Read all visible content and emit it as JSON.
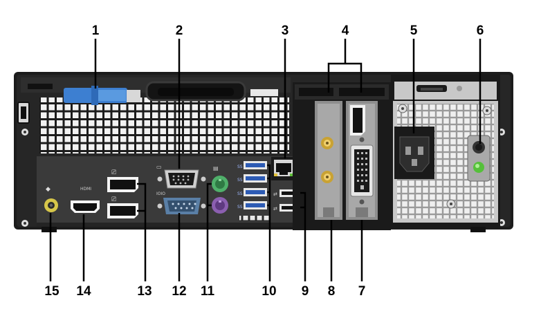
{
  "callouts": {
    "top": [
      "1",
      "2",
      "3",
      "4",
      "5",
      "6"
    ],
    "bottom": [
      "15",
      "14",
      "13",
      "12",
      "11",
      "10",
      "9",
      "8",
      "7"
    ]
  },
  "port_icons": [
    "audio-jack-icon",
    "hdmi-icon",
    "displayport-icon",
    "vga-icon",
    "serial-icon",
    "ps2-keyboard-icon",
    "ps2-mouse-icon",
    "usb-icon",
    "ethernet-icon",
    "power-connector-icon",
    "antenna-connector-icon",
    "dvi-icon"
  ],
  "colors": {
    "chassis": "#1c1c1c",
    "panel": "#3a3a3a",
    "vent_hole": "#f2f2f2",
    "release_latch": "#3d7fd1",
    "usb3": "#2d5bb4",
    "ps2_keyboard": "#4fb06a",
    "ps2_mouse": "#8b5fb0",
    "audio_jack": "#d6c64a",
    "serial_port": "#5a7fa6",
    "power_led": "#55c03a",
    "cage_metal": "#c8c8c8"
  }
}
